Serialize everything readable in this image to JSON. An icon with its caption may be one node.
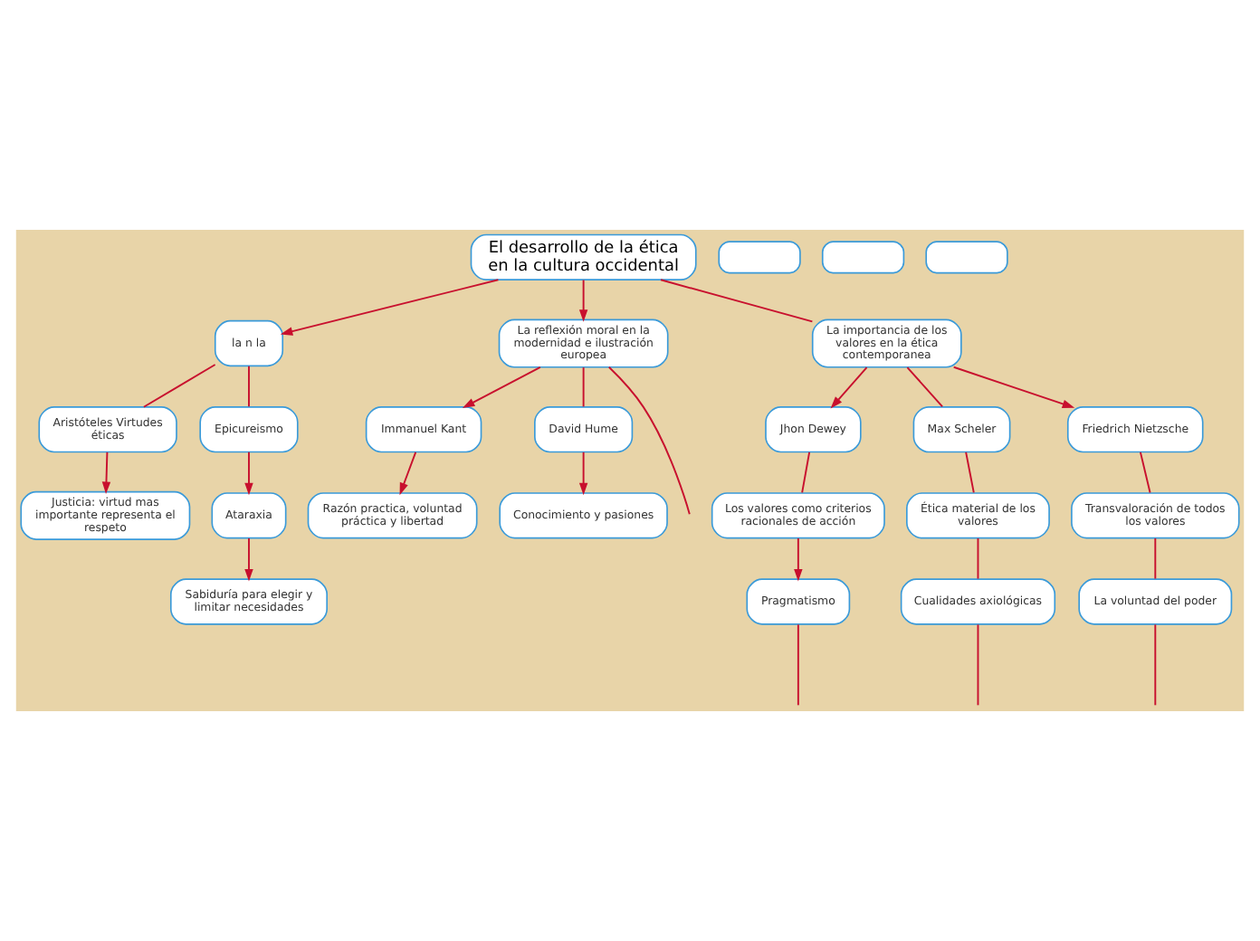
{
  "diagram": {
    "nodes": [
      {
        "text": [
          "El desarrollo de la ética en la cultura occidental"
        ]
      },
      {
        "text": [
          "la n la"
        ]
      },
      {
        "text": [],
        "shape": "box"
      },
      {
        "text": [
          "Aristóteles Virtudes éticas"
        ]
      },
      {
        "text": [
          "Epicureismo"
        ]
      },
      {
        "text": [],
        "shape": "box"
      },
      {
        "text": [
          "Justicia: virtud mas importante representa el respeto"
        ]
      },
      {
        "text": [
          "Ataraxia"
        ]
      },
      {
        "text": [],
        "shape": "box"
      },
      {
        "text": [
          "Sabiduría para elegir y limitar necesidades"
        ]
      },
      {
        "text": [
          "La reflexión moral en la modernidad e ilustración europea"
        ]
      },
      {
        "text": [
          "Immanuel Kant"
        ]
      },
      {
        "text": [
          "David Hume"
        ]
      },
      {
        "text": [
          "Razón practica, voluntad práctica y libertad"
        ]
      },
      {
        "text": [
          "Conocimiento y pasiones"
        ]
      },
      {
        "text": [
          "La importancia de los valores en la ética contemporanea"
        ]
      },
      {
        "text": [
          "Jhon Dewey"
        ]
      },
      {
        "text": [
          "Max Scheler"
        ]
      },
      {
        "text": [
          "Friedrich Nietzsche"
        ]
      },
      {
        "text": [
          "Los valores como criterios racionales de acción"
        ]
      },
      {
        "text": [
          "Ética material de los valores"
        ]
      },
      {
        "text": [
          "Transvaloración de todos los valores"
        ]
      },
      {
        "text": [
          "Pragmatismo"
        ]
      },
      {
        "text": [
          "Cualidades axiológicas"
        ]
      },
      {
        "text": [
          "La voluntad del poder"
        ]
      }
    ],
    "edges": [
      {
        "from": 0,
        "to": 1,
        "arrow": "to"
      },
      {
        "from": 0,
        "to": 10,
        "arrow": "to"
      },
      {
        "from": 0,
        "to": 15,
        "arrow": "none"
      },
      {
        "from": 1,
        "to": 3,
        "arrow": "none"
      },
      {
        "from": 1,
        "to": 4,
        "arrow": "none"
      },
      {
        "from": 3,
        "to": 6,
        "arrow": "to"
      },
      {
        "from": 4,
        "to": 7,
        "arrow": "to"
      },
      {
        "from": 7,
        "to": 9,
        "arrow": "to"
      },
      {
        "from": 10,
        "to": 11,
        "arrow": "to"
      },
      {
        "from": 10,
        "to": 12,
        "arrow": "none"
      },
      {
        "from": 10,
        "to": null,
        "arrow": "none"
      },
      {
        "from": 11,
        "to": 13,
        "arrow": "to"
      },
      {
        "from": 12,
        "to": 14,
        "arrow": "to"
      },
      {
        "from": 15,
        "to": 16,
        "arrow": "to"
      },
      {
        "from": 15,
        "to": 17,
        "arrow": "none"
      },
      {
        "from": 15,
        "to": 18,
        "arrow": "to"
      },
      {
        "from": 16,
        "to": 19,
        "arrow": "none"
      },
      {
        "from": 17,
        "to": 20,
        "arrow": "none"
      },
      {
        "from": 18,
        "to": 21,
        "arrow": "none"
      },
      {
        "from": 19,
        "to": 22,
        "arrow": "to"
      },
      {
        "from": 20,
        "to": 23,
        "arrow": "none"
      },
      {
        "from": 21,
        "to": 24,
        "arrow": "none"
      },
      {
        "from": 22,
        "to": null,
        "arrow": "none"
      },
      {
        "from": 23,
        "to": null,
        "arrow": "none"
      },
      {
        "from": 24,
        "to": null,
        "arrow": "none"
      }
    ]
  }
}
